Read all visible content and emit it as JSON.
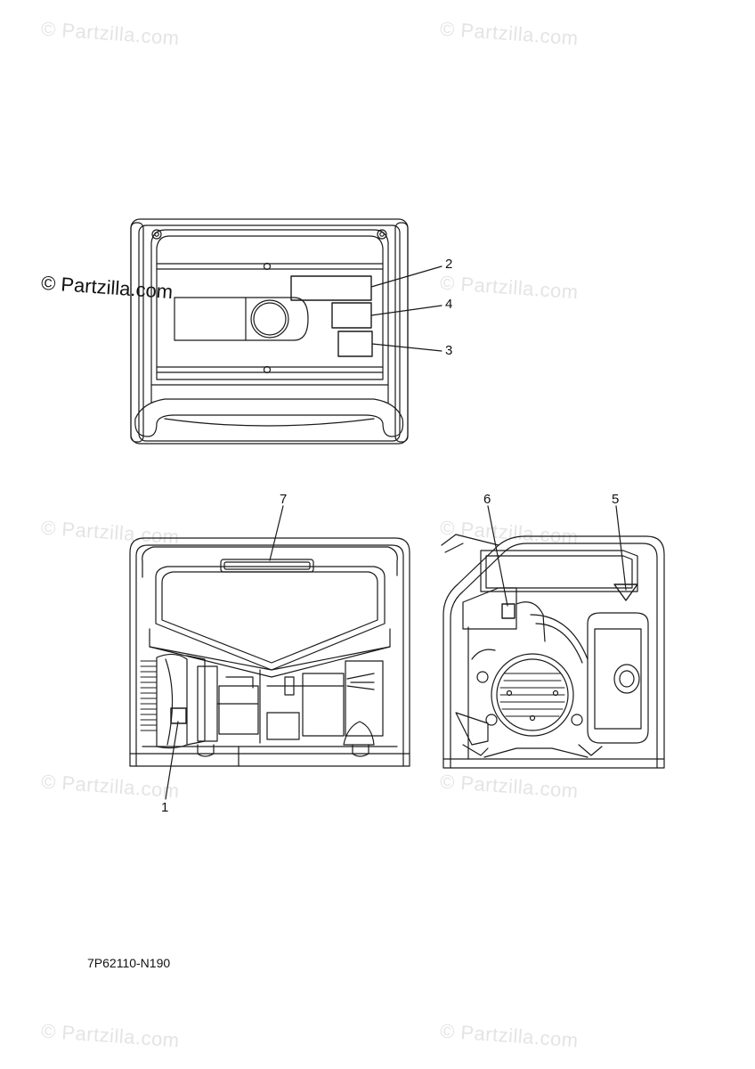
{
  "watermarks": {
    "text": "© Partzilla.com",
    "faded_text": "© Partzilla.com"
  },
  "callouts": {
    "c1": "1",
    "c2": "2",
    "c3": "3",
    "c4": "4",
    "c5": "5",
    "c6": "6",
    "c7": "7"
  },
  "diagram_code": "7P62110-N190",
  "colors": {
    "line": "#1a1a1a",
    "watermark": "#e4e4e4"
  }
}
